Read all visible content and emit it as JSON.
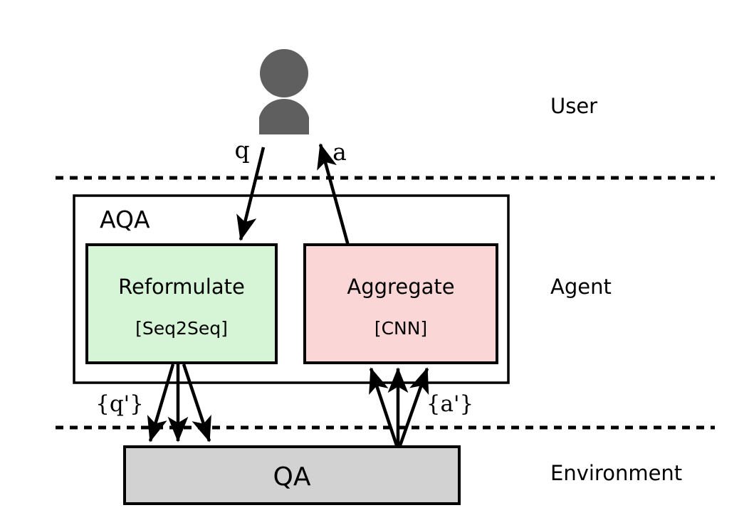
{
  "figure": {
    "title": "AQA agent architecture diagram",
    "background_color": "#ffffff",
    "stroke_color": "#000000"
  },
  "tiers": [
    {
      "id": "user",
      "label": "User"
    },
    {
      "id": "agent",
      "label": "Agent"
    },
    {
      "id": "environment",
      "label": "Environment"
    }
  ],
  "actor": {
    "name": "user-avatar",
    "icon": "person-icon",
    "color": "#5f5f5f"
  },
  "agent_container": {
    "label": "AQA",
    "fill": "#ffffff",
    "stroke": "#000000"
  },
  "modules": [
    {
      "id": "reformulate",
      "title": "Reformulate",
      "subtitle": "[Seq2Seq]",
      "fill": "#d6f5d6",
      "stroke": "#000000"
    },
    {
      "id": "aggregate",
      "title": "Aggregate",
      "subtitle": "[CNN]",
      "fill": "#fad6d6",
      "stroke": "#000000"
    }
  ],
  "environment_node": {
    "id": "qa",
    "label": "QA",
    "fill": "#d2d2d2",
    "stroke": "#000000"
  },
  "edges": [
    {
      "id": "question-in",
      "label": "q",
      "from": "user",
      "to": "reformulate"
    },
    {
      "id": "answer-out",
      "label": "a",
      "from": "aggregate",
      "to": "user"
    },
    {
      "id": "reformulated-questions",
      "label": "{q'}",
      "from": "reformulate",
      "to": "qa",
      "multiplicity": 3
    },
    {
      "id": "candidate-answers",
      "label": "{a'}",
      "from": "qa",
      "to": "aggregate",
      "multiplicity": 3
    }
  ],
  "dividers": [
    {
      "id": "user-agent-divider",
      "style": "dashed"
    },
    {
      "id": "agent-environment-divider",
      "style": "dashed"
    }
  ]
}
